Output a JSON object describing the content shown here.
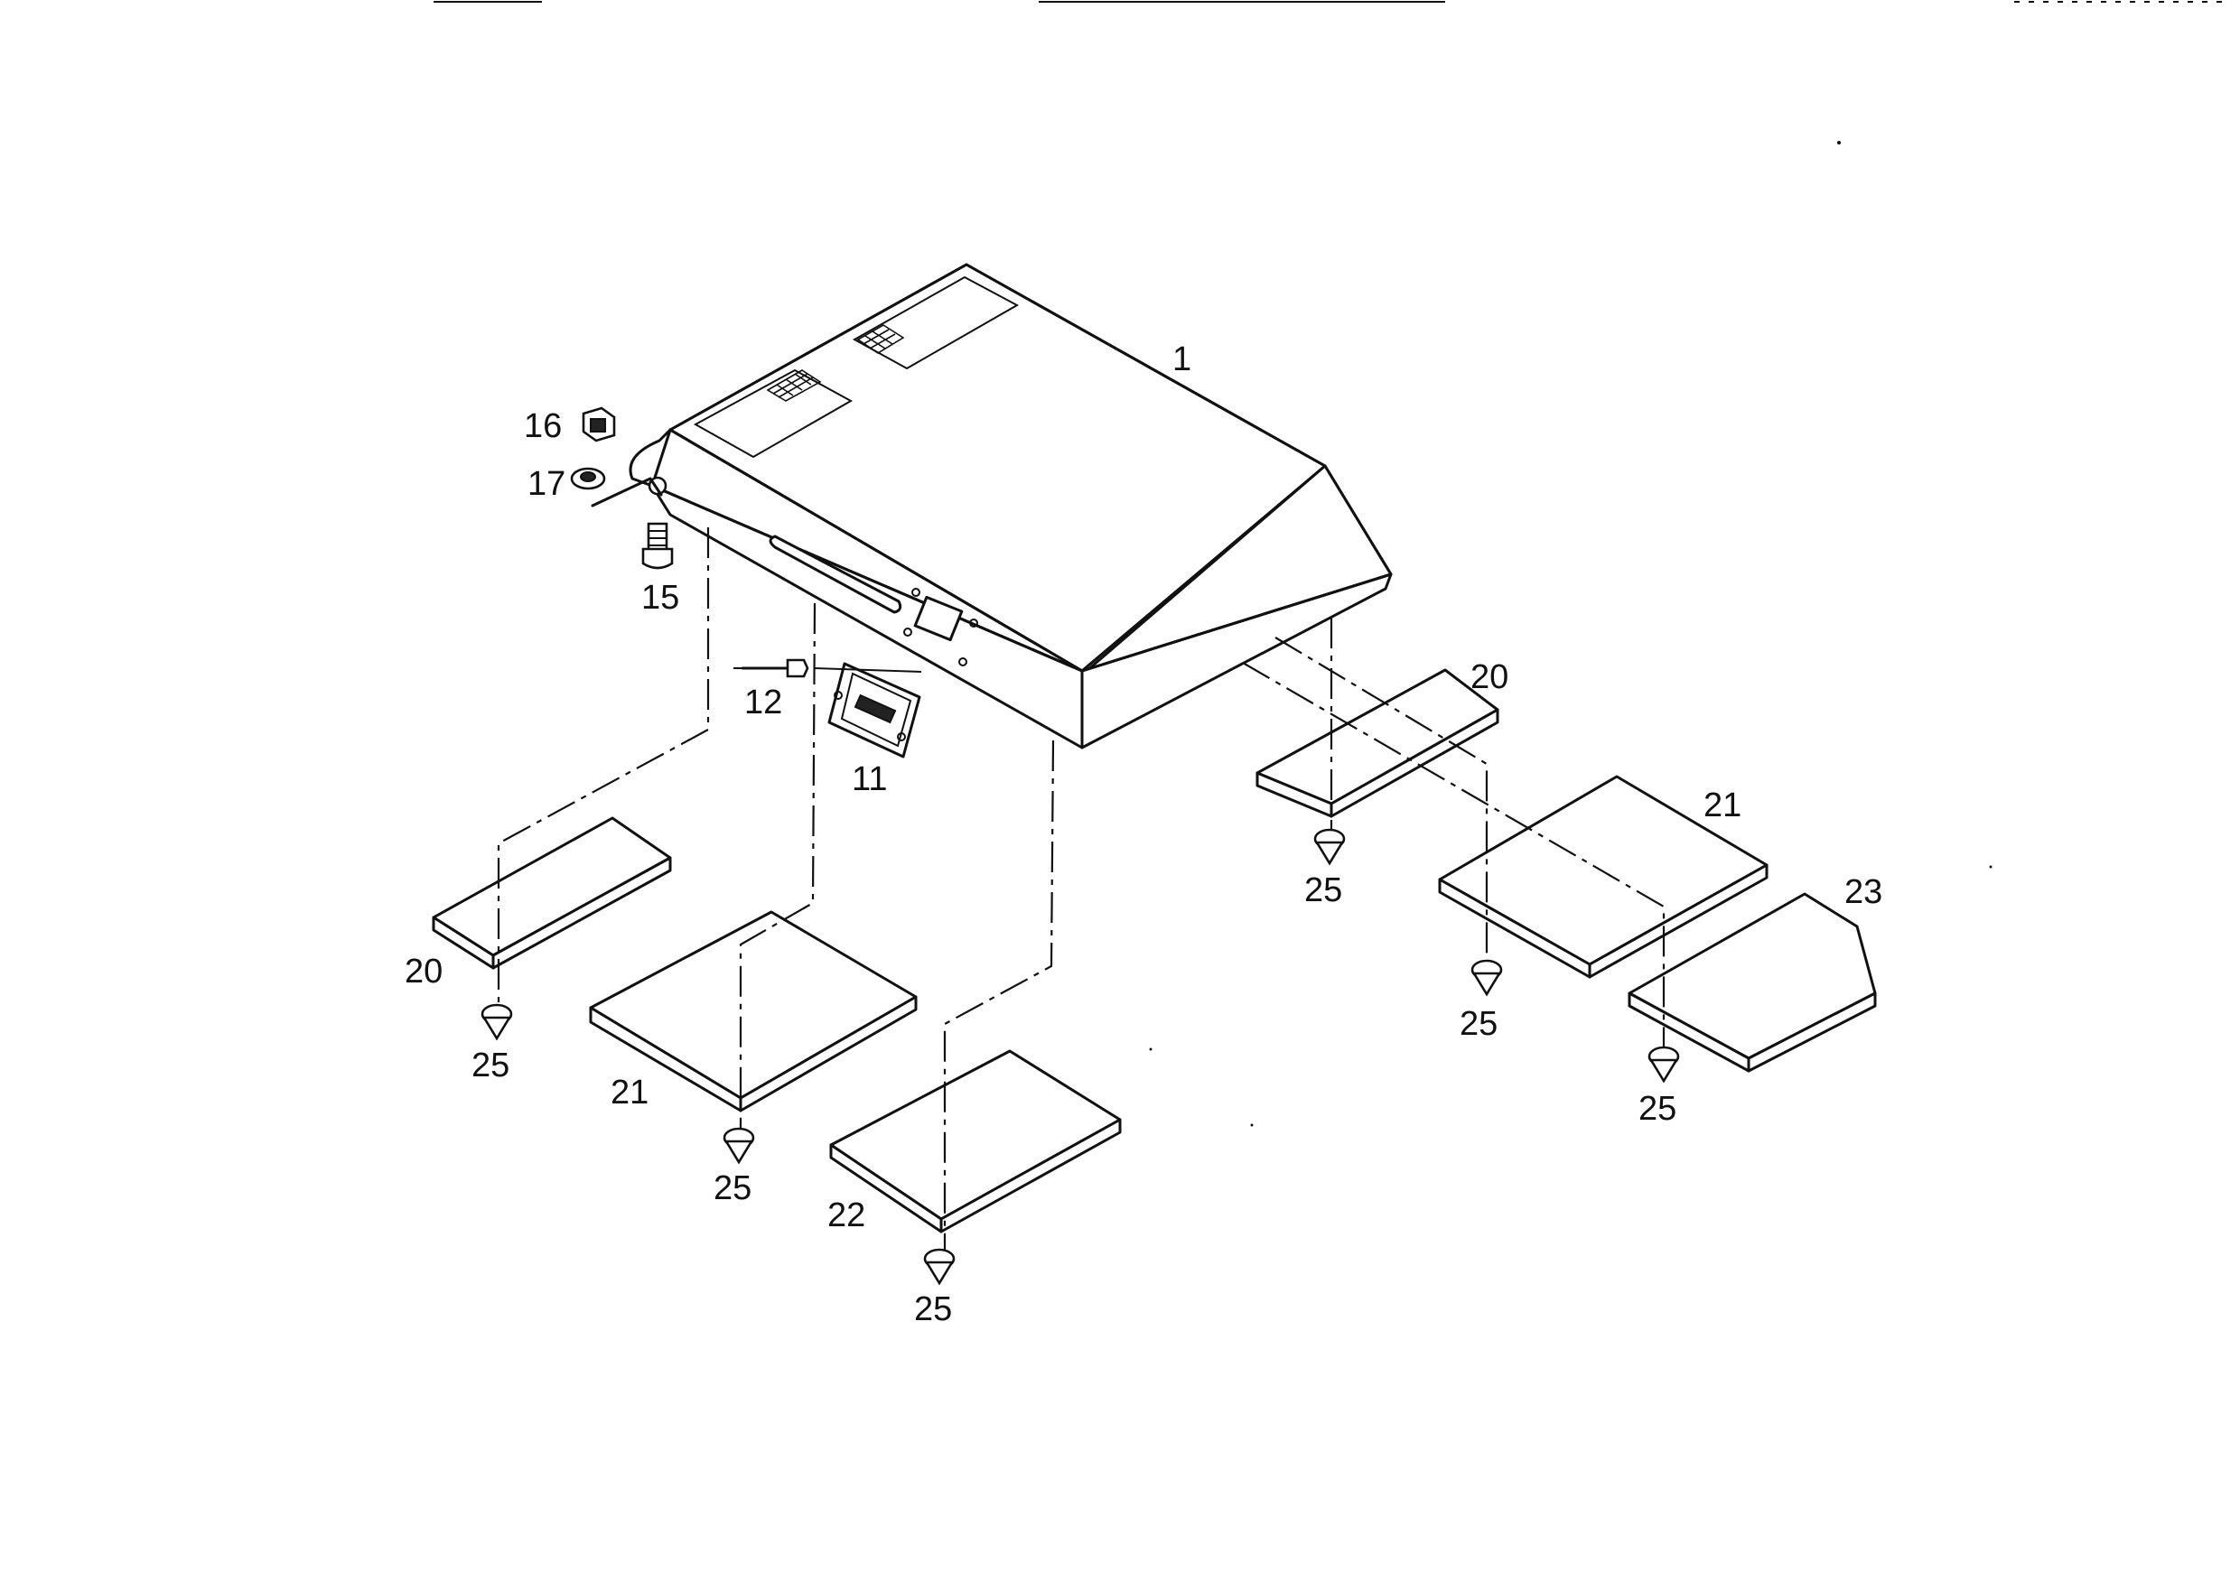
{
  "callouts": {
    "c1": "1",
    "c11": "11",
    "c12": "12",
    "c15": "15",
    "c16": "16",
    "c17": "17",
    "c20a": "20",
    "c20b": "20",
    "c21a": "21",
    "c21b": "21",
    "c22": "22",
    "c23": "23",
    "c25a": "25",
    "c25b": "25",
    "c25c": "25",
    "c25d": "25",
    "c25e": "25",
    "c25f": "25"
  },
  "colors": {
    "line": "#111111",
    "background": "#ffffff"
  }
}
